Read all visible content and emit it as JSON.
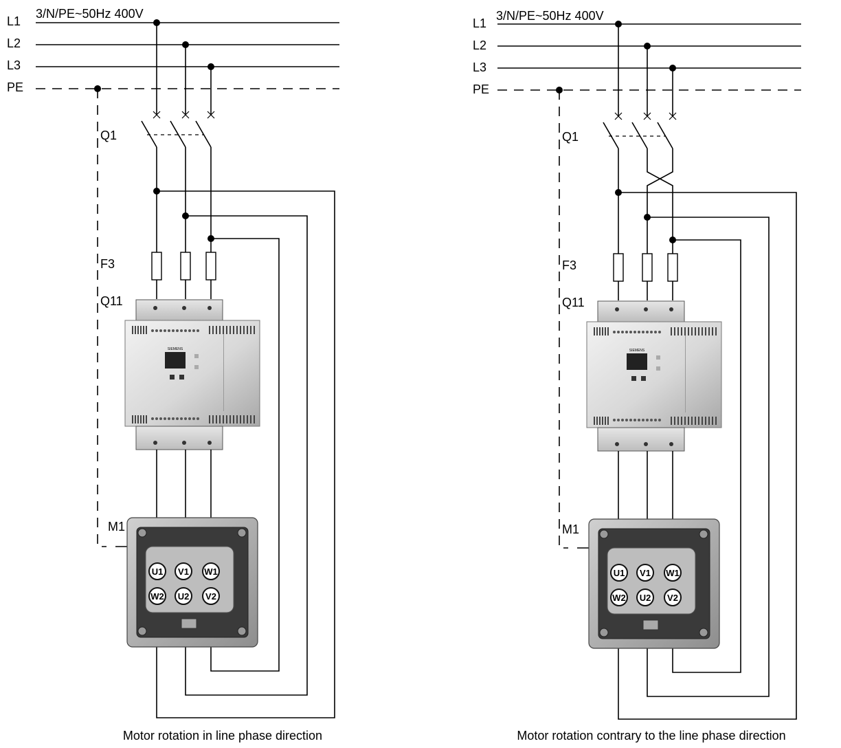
{
  "diagrams": [
    {
      "id": "left",
      "caption": "Motor rotation in line phase direction",
      "crossed": false,
      "labels": {
        "l1": "L1",
        "l2": "L2",
        "l3": "L3",
        "pe": "PE",
        "supply": "3/N/PE~50Hz 400V",
        "q1": "Q1",
        "f3": "F3",
        "q11": "Q11",
        "m1": "M1"
      },
      "terminals": {
        "top": [
          "U1",
          "V1",
          "W1"
        ],
        "bottom": [
          "W2",
          "U2",
          "V2"
        ]
      }
    },
    {
      "id": "right",
      "caption": "Motor rotation contrary to the line phase direction",
      "crossed": true,
      "labels": {
        "l1": "L1",
        "l2": "L2",
        "l3": "L3",
        "pe": "PE",
        "supply": "3/N/PE~50Hz 400V",
        "q1": "Q1",
        "f3": "F3",
        "q11": "Q11",
        "m1": "M1"
      },
      "terminals": {
        "top": [
          "U1",
          "V1",
          "W1"
        ],
        "bottom": [
          "W2",
          "U2",
          "V2"
        ]
      }
    }
  ],
  "device_brand": "SIEMENS",
  "colors": {
    "line": "#000000",
    "device_light": "#e8e8e8",
    "device_dark": "#9a9a9a"
  }
}
